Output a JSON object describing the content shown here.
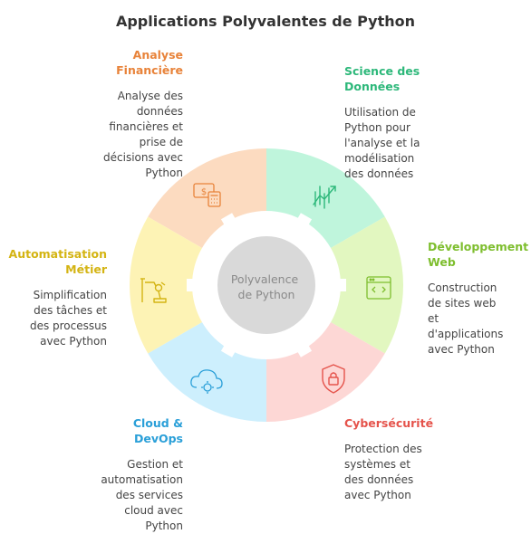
{
  "title": "Applications Polyvalentes de Python",
  "center": {
    "line1": "Polyvalence",
    "line2": "de Python"
  },
  "segments": [
    {
      "id": "finance",
      "heading": [
        "Analyse",
        "Financière"
      ],
      "desc": [
        "Analyse des",
        "données",
        "financières et",
        "prise de",
        "décisions avec",
        "Python"
      ],
      "color": "#FCDBC0",
      "accent": "#E8833A",
      "icon": "finance-icon"
    },
    {
      "id": "data",
      "heading": [
        "Science des",
        "Données"
      ],
      "desc": [
        "Utilisation de",
        "Python pour",
        "l'analyse et la",
        "modélisation",
        "des données"
      ],
      "color": "#BFF5DC",
      "accent": "#2DB87A",
      "icon": "chart-icon"
    },
    {
      "id": "web",
      "heading": [
        "Développement",
        "Web"
      ],
      "desc": [
        "Construction",
        "de sites web",
        "et",
        "d'applications",
        "avec Python"
      ],
      "color": "#E2F7C0",
      "accent": "#7EBE2E",
      "icon": "code-window-icon"
    },
    {
      "id": "cyber",
      "heading": [
        "Cybersécurité"
      ],
      "desc": [
        "Protection des",
        "systèmes et",
        "des données",
        "avec Python"
      ],
      "color": "#FDD7D5",
      "accent": "#E5534B",
      "icon": "shield-lock-icon"
    },
    {
      "id": "cloud",
      "heading": [
        "Cloud &",
        "DevOps"
      ],
      "desc": [
        "Gestion et",
        "automatisation",
        "des services",
        "cloud avec",
        "Python"
      ],
      "color": "#CDEFFD",
      "accent": "#2A9FD8",
      "icon": "cloud-gear-icon"
    },
    {
      "id": "auto",
      "heading": [
        "Automatisation",
        "Métier"
      ],
      "desc": [
        "Simplification",
        "des tâches et",
        "des processus",
        "avec Python"
      ],
      "color": "#FDF3B5",
      "accent": "#D4B413",
      "icon": "robot-arm-icon"
    }
  ]
}
